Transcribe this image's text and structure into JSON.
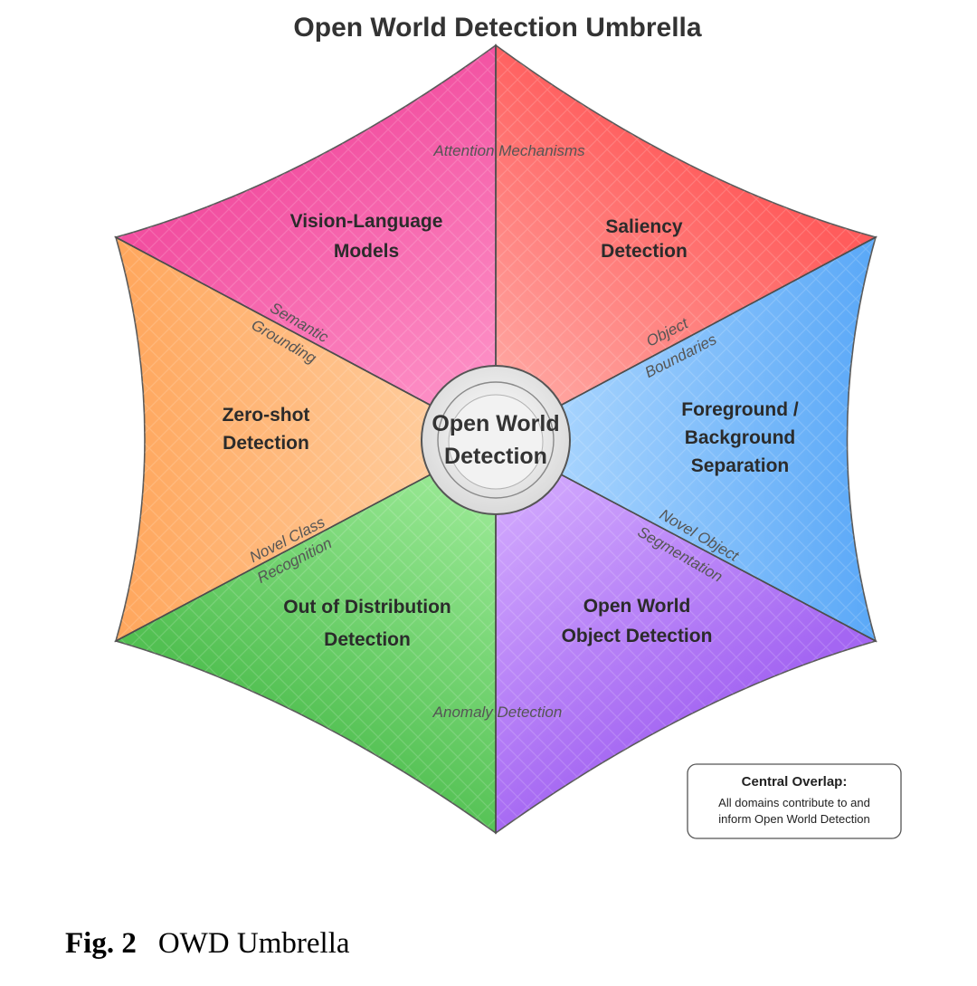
{
  "title": "Open World Detection Umbrella",
  "center": {
    "lines": [
      "Open World",
      "Detection"
    ]
  },
  "sectors": [
    {
      "id": "saliency",
      "lines": [
        "Saliency",
        "Detection"
      ],
      "color_light": "#ffb3ad",
      "color_dark": "#ff5c5c"
    },
    {
      "id": "foreground-background",
      "lines": [
        "Foreground /",
        "Background",
        "Separation"
      ],
      "color_light": "#b6dcff",
      "color_dark": "#5aa8f7"
    },
    {
      "id": "open-world-object",
      "lines": [
        "Open World",
        "Object Detection"
      ],
      "color_light": "#d9b3ff",
      "color_dark": "#a466f2"
    },
    {
      "id": "ood",
      "lines": [
        "Out of Distribution",
        "Detection"
      ],
      "color_light": "#a6f0a0",
      "color_dark": "#52c052"
    },
    {
      "id": "zero-shot",
      "lines": [
        "Zero-shot",
        "Detection"
      ],
      "color_light": "#ffd3a8",
      "color_dark": "#ffa65c"
    },
    {
      "id": "vision-language",
      "lines": [
        "Vision-Language",
        "Models"
      ],
      "color_light": "#ff9ccd",
      "color_dark": "#f24fa0"
    }
  ],
  "edges": [
    {
      "id": "attention",
      "lines": [
        "Attention Mechanisms"
      ]
    },
    {
      "id": "object-boundaries",
      "lines": [
        "Object",
        "Boundaries"
      ]
    },
    {
      "id": "novel-object",
      "lines": [
        "Novel Object",
        "Segmentation"
      ]
    },
    {
      "id": "anomaly",
      "lines": [
        "Anomaly Detection"
      ]
    },
    {
      "id": "novel-class",
      "lines": [
        "Novel Class",
        "Recognition"
      ]
    },
    {
      "id": "semantic-grounding",
      "lines": [
        "Semantic",
        "Grounding"
      ]
    }
  ],
  "note": {
    "title": "Central Overlap:",
    "lines": [
      "All domains contribute to and",
      "inform Open World Detection"
    ]
  },
  "caption": {
    "number": "Fig. 2",
    "text": "OWD Umbrella"
  }
}
